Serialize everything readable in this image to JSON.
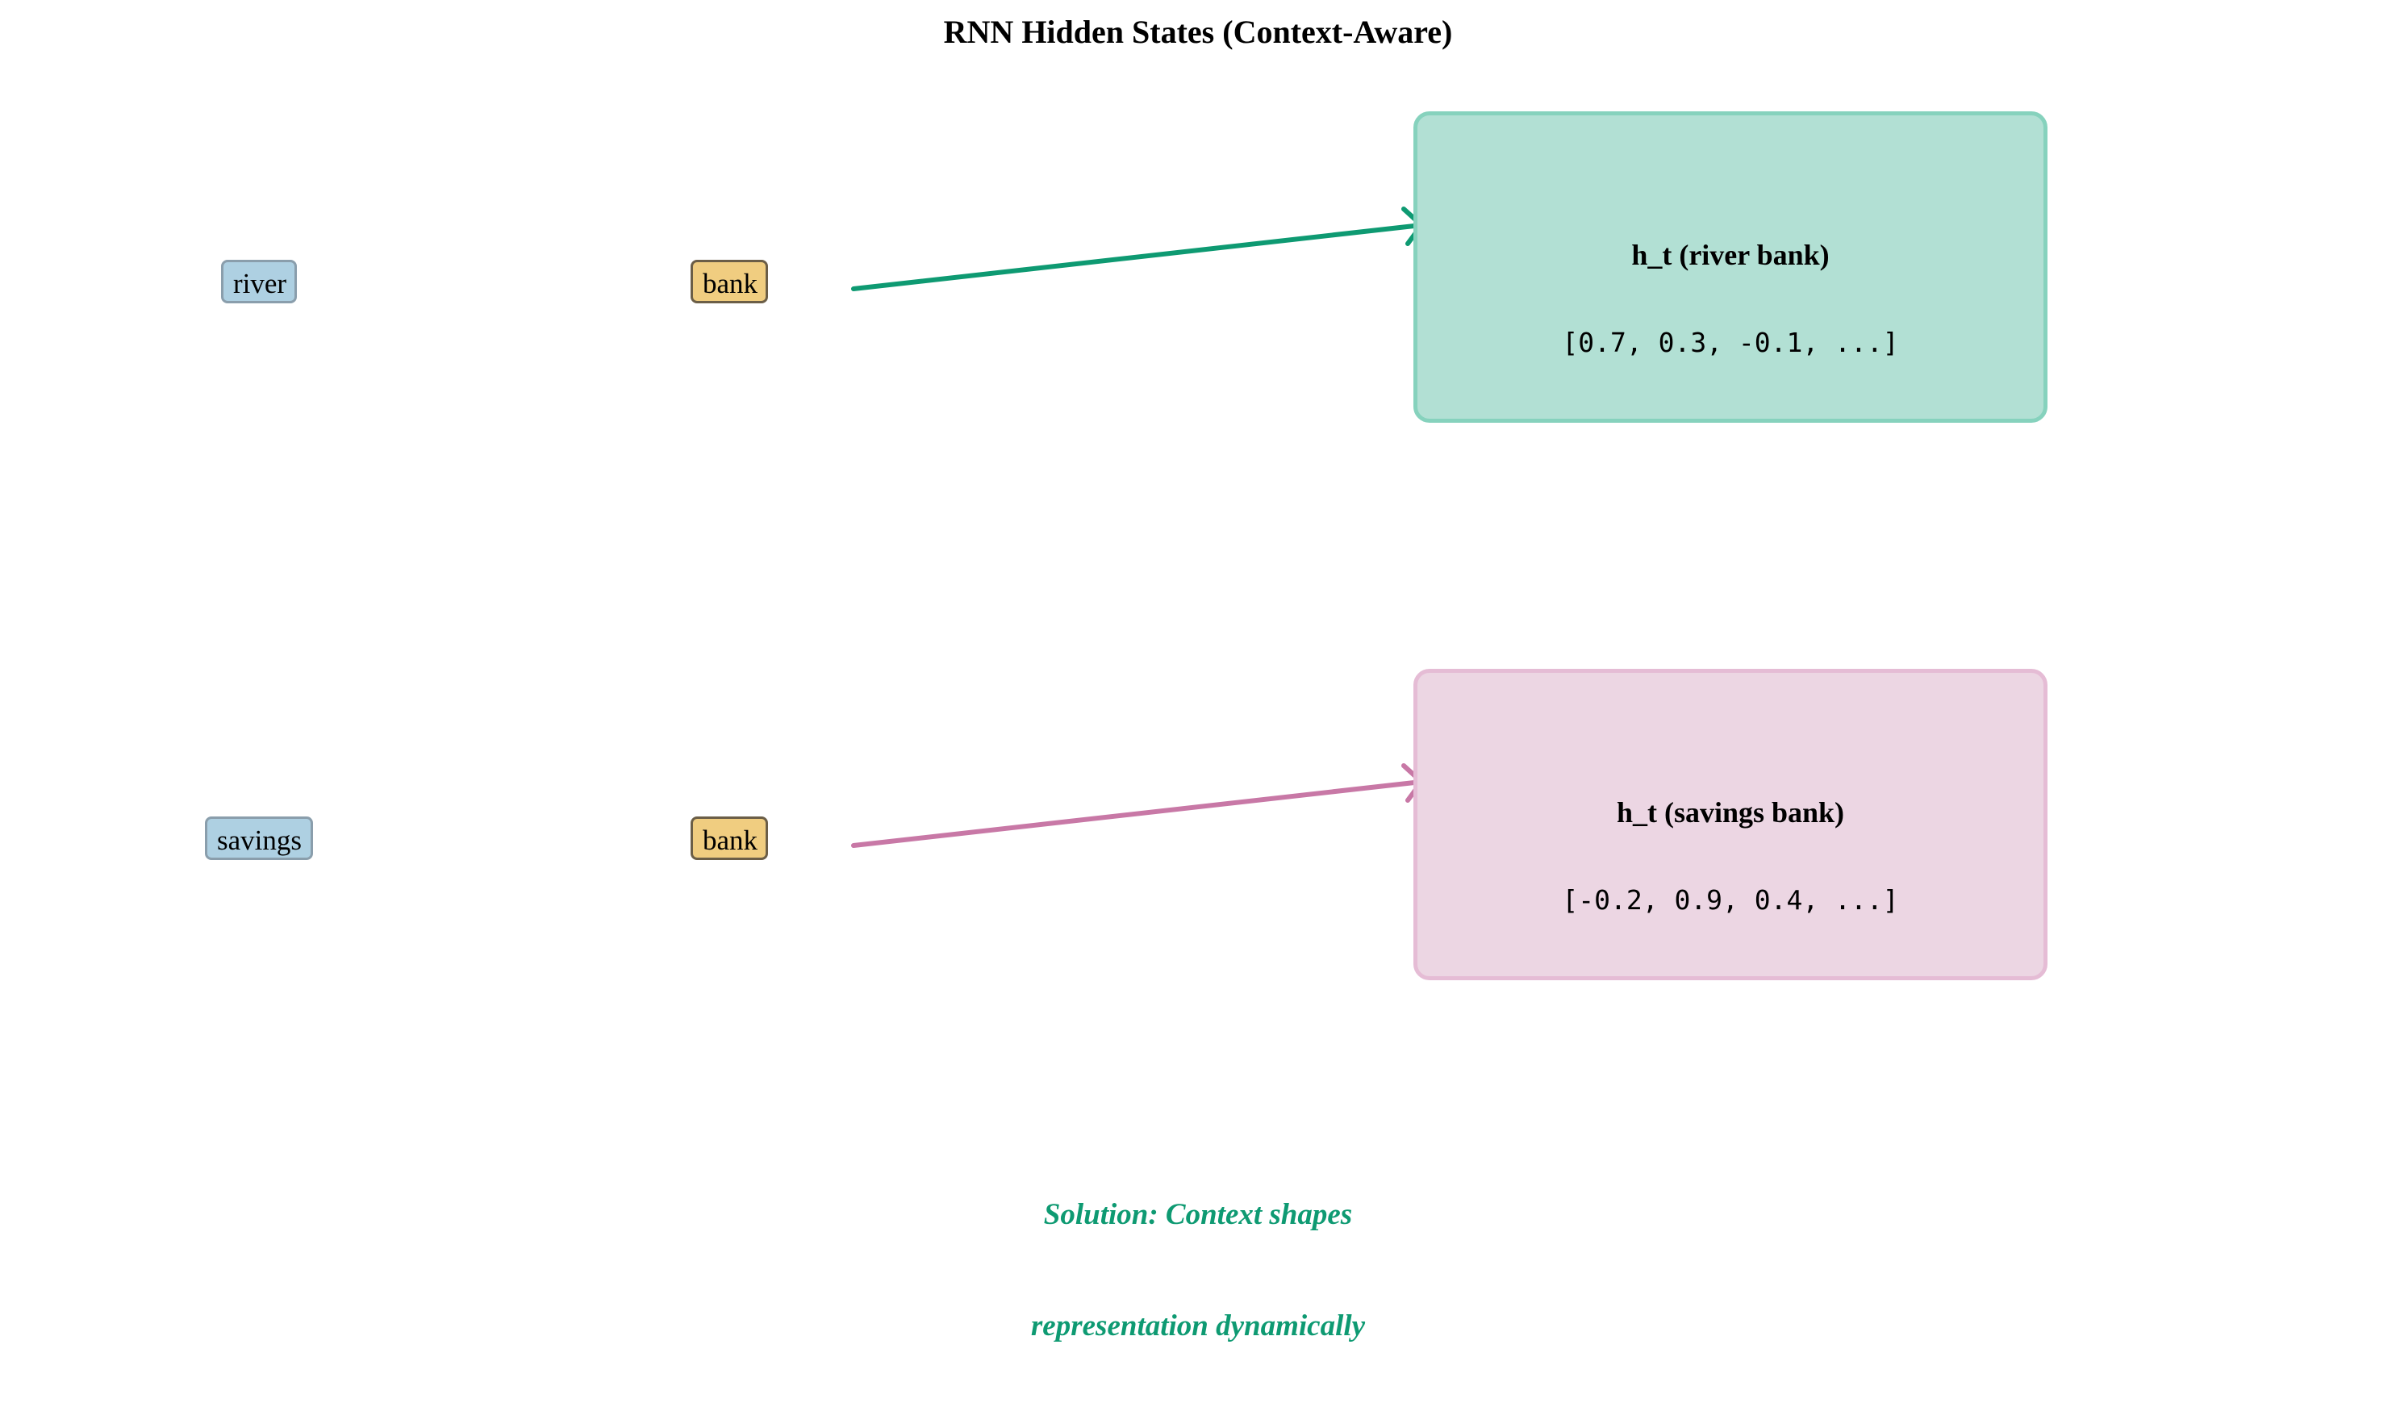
{
  "title": "RNN Hidden States (Context-Aware)",
  "rows": [
    {
      "context_word": "river",
      "target_word": "bank",
      "hidden_state_label": "h_t (river bank)",
      "hidden_state_vector": "[0.7, 0.3, -0.1, ...]",
      "accent_color": "#0e9a72"
    },
    {
      "context_word": "savings",
      "target_word": "bank",
      "hidden_state_label": "h_t (savings bank)",
      "hidden_state_vector": "[-0.2, 0.9, 0.4, ...]",
      "accent_color": "#c878a6"
    }
  ],
  "caption": {
    "line1": "Solution: Context shapes",
    "line2": "representation dynamically"
  },
  "colors": {
    "context_token_fill": "#aed0e2",
    "target_token_fill": "#f0cd80",
    "river_state_fill": "#b2e0d4",
    "savings_state_fill": "#ecd6e3",
    "caption": "#0e9a72"
  }
}
